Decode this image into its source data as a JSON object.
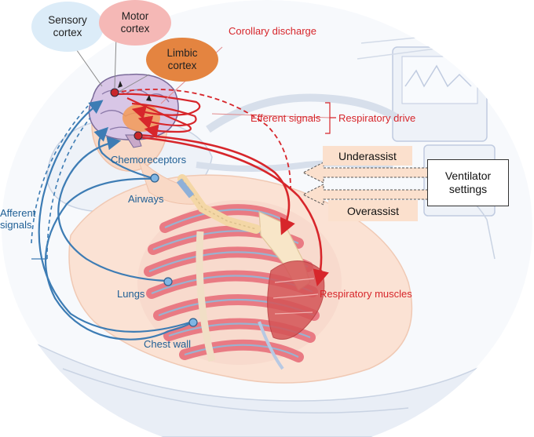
{
  "bubbles": {
    "sensory": {
      "line1": "Sensory",
      "line2": "cortex"
    },
    "motor": {
      "line1": "Motor",
      "line2": "cortex"
    },
    "limbic": {
      "line1": "Limbic",
      "line2": "cortex"
    }
  },
  "labels": {
    "corollary_discharge": "Corollary discharge",
    "efferent_signals": "Efferent signals",
    "respiratory_drive": "Respiratory drive",
    "chemoreceptors": "Chemoreceptors",
    "airways": "Airways",
    "afferent_signals_line1": "Afferent",
    "afferent_signals_line2": "signals",
    "lungs": "Lungs",
    "chest_wall": "Chest wall",
    "respiratory_muscles": "Respiratory muscles"
  },
  "boxes": {
    "underassist": "Underassist",
    "overassist": "Overassist",
    "ventilator_line1": "Ventilator",
    "ventilator_line2": "settings"
  },
  "colors": {
    "efferent_red": "#d7262b",
    "afferent_blue": "#3d7cb4",
    "assist_box_fill": "#fbe0cd",
    "sensory_fill": "#dcecf8",
    "motor_fill": "#f5b8b6",
    "limbic_fill": "#e48440"
  }
}
